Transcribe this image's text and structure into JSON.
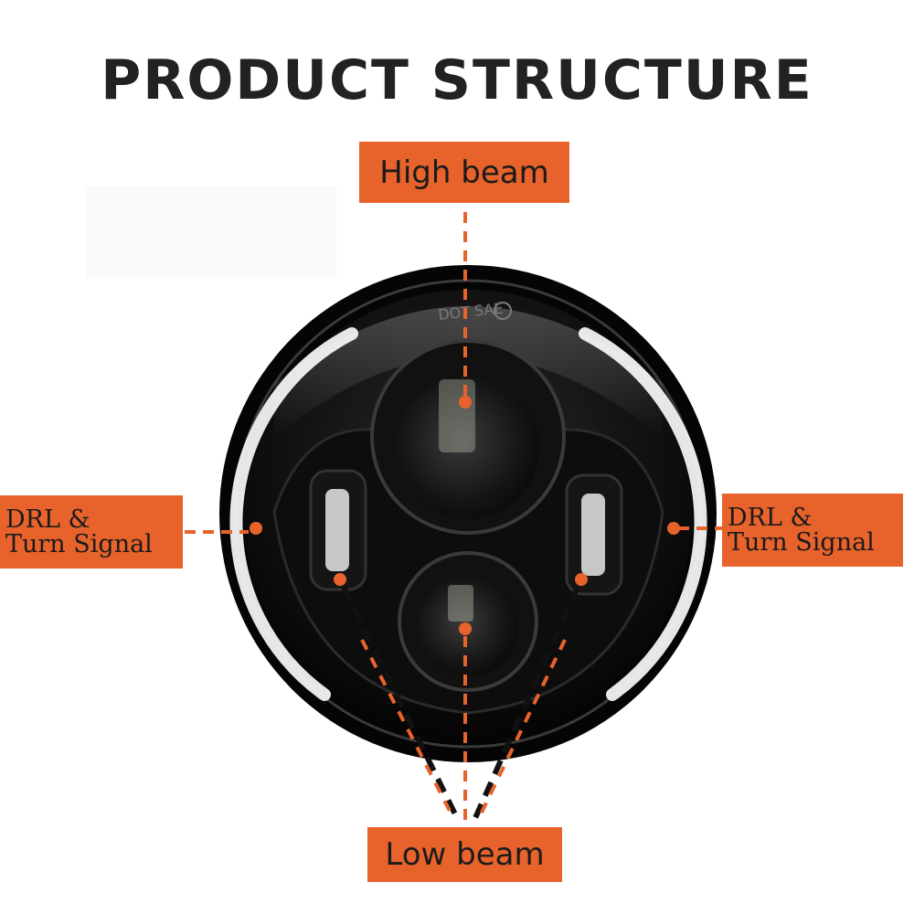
{
  "title": "PRODUCT STRUCTURE",
  "labels": {
    "high_beam": "High beam",
    "low_beam": "Low beam",
    "drl_left": {
      "line1": "DRL &",
      "line2": "Turn Signal"
    },
    "drl_right": {
      "line1": "DRL &",
      "line2": "Turn Signal"
    }
  },
  "housing_marking": "DOT SAE",
  "colors": {
    "accent": "#e8632b",
    "housing": "#0b0b0b",
    "title": "#222222"
  }
}
